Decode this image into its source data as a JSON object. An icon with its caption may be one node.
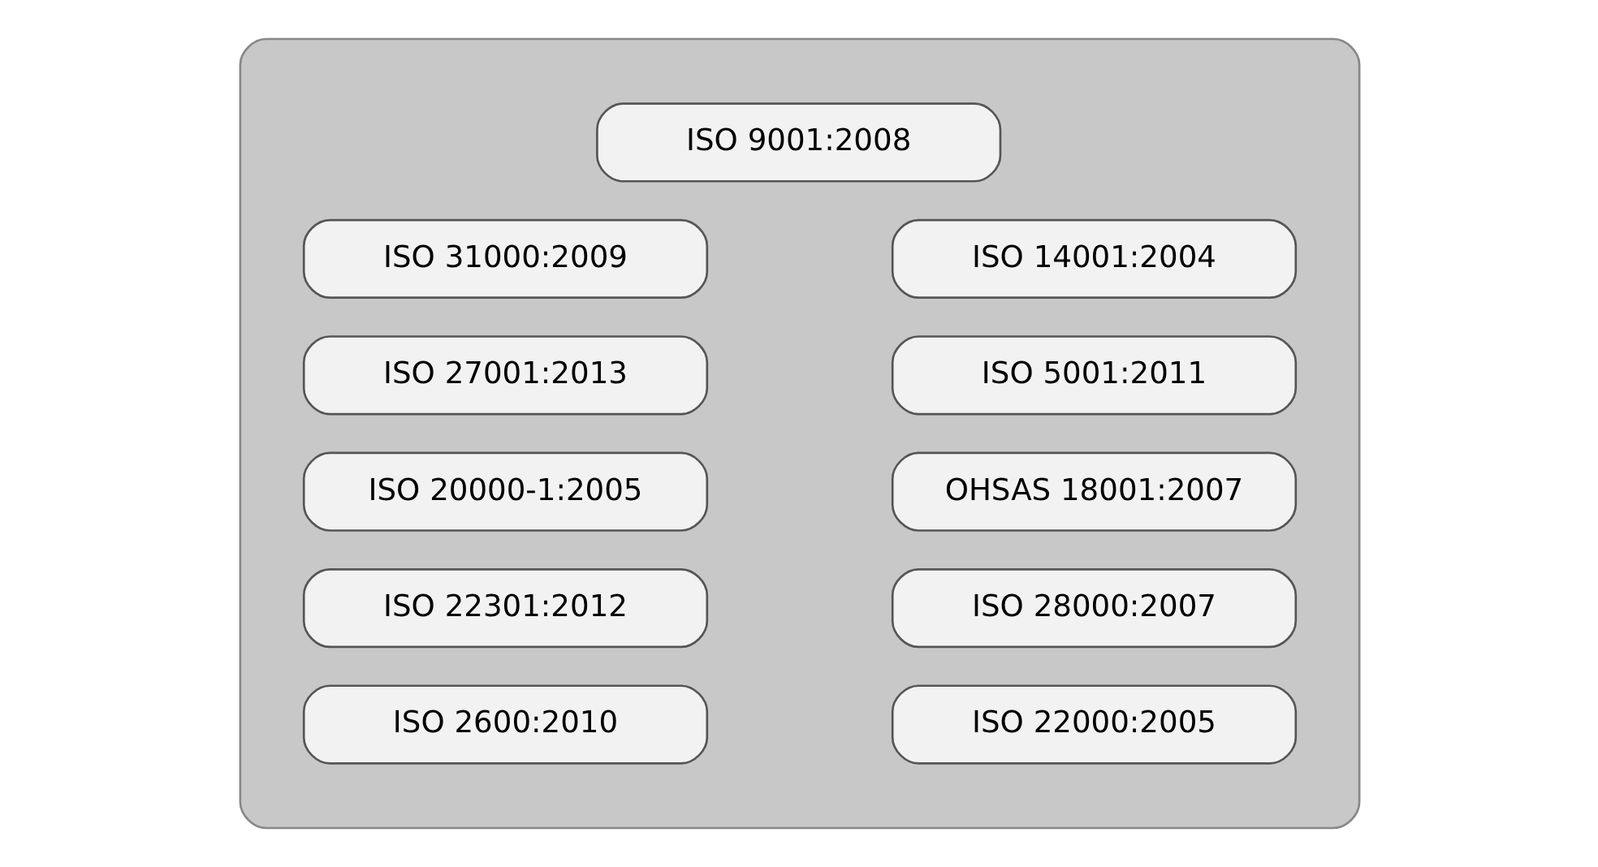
{
  "diagram": {
    "nodes": [
      {
        "text": [],
        "shape": "ellipse"
      },
      {
        "text": [
          "ISO 9001:2008"
        ],
        "in": 0
      },
      {
        "text": [
          "ISO 31000:2009"
        ],
        "in": 0
      },
      {
        "text": [
          "ISO 14001:2004"
        ],
        "in": 0
      },
      {
        "text": [
          "ISO 27001:2013"
        ],
        "in": 0
      },
      {
        "text": [
          "ISO 5001:2011"
        ],
        "in": 0
      },
      {
        "text": [
          "ISO 20000-1:2005"
        ],
        "in": 0
      },
      {
        "text": [
          "OHSAS 18001:2007"
        ],
        "in": 0
      },
      {
        "text": [
          "ISO 22301:2012"
        ],
        "in": 0
      },
      {
        "text": [
          "ISO 28000:2007"
        ],
        "in": 0
      },
      {
        "text": [
          "ISO 2600:2010"
        ],
        "in": 0
      },
      {
        "text": [
          "ISO 22000:2005"
        ],
        "in": 0
      }
    ],
    "edges": []
  }
}
